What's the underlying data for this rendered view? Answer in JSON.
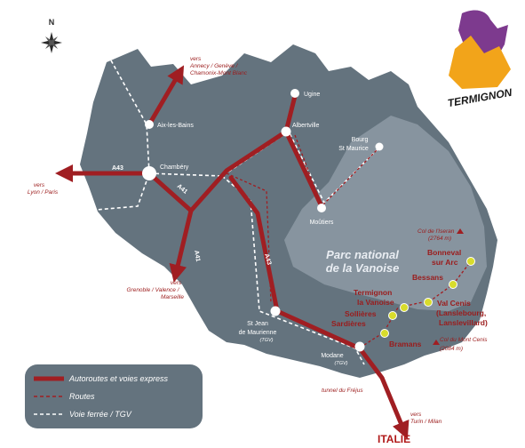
{
  "compass": {
    "label": "N"
  },
  "logo": {
    "text": "TERMIGNON"
  },
  "park": {
    "line1": "Parc national",
    "line2": "de la Vanoise"
  },
  "cities": {
    "ugine": "Ugine",
    "aix": "Aix-les-Bains",
    "albertville": "Albertville",
    "bourg1": "Bourg",
    "bourg2": "St Maurice",
    "chambery": "Chambéry",
    "moutiers": "Moûtiers",
    "stjean1": "St Jean",
    "stjean2": "de Maurienne",
    "stjean_tgv": "(TGV)",
    "modane": "Modane",
    "modane_tgv": "(TGV)"
  },
  "destinations": {
    "north_vers": "vers",
    "north_1": "Annecy / Genève /",
    "north_2": "Chamonix-Mont Blanc",
    "west_vers": "vers",
    "west_1": "Lyon / Paris",
    "south_vers": "vers",
    "south_1": "Grenoble / Valence /",
    "south_2": "Marseille",
    "italy_vers": "vers",
    "italy_1": "Turin / Milan",
    "italy": "ITALIE"
  },
  "roads": {
    "a43_west": "A43",
    "a41_a": "A41",
    "a41_b": "A41",
    "a43_mid": "A43",
    "a43_se": "A43"
  },
  "passes": {
    "iseran_1": "Col de l'Iseran",
    "iseran_2": "(2764 m)",
    "cenis_1": "Col du Mont Cenis",
    "cenis_2": "(2084 m)",
    "frejus": "tunnel du Fréjus"
  },
  "villages": {
    "bonneval_1": "Bonneval",
    "bonneval_2": "sur Arc",
    "bessans": "Bessans",
    "termignon_1": "Termignon",
    "termignon_2": "la Vanoise",
    "sollieres_1": "Sollières",
    "sollieres_2": "Sardières",
    "valcenis_1": "Val Cenis",
    "valcenis_2": "(Lanslebourg,",
    "valcenis_3": "Lanslevillard)",
    "bramans": "Bramans"
  },
  "legend": {
    "highways": "Autoroutes et voies express",
    "roads": "Routes",
    "rail": "Voie ferrée / TGV"
  },
  "colors": {
    "land": "#64737e",
    "park": "#8d9aa4",
    "highway": "#a01e22",
    "village": "#d8dc2c",
    "water": "#ffffff"
  }
}
